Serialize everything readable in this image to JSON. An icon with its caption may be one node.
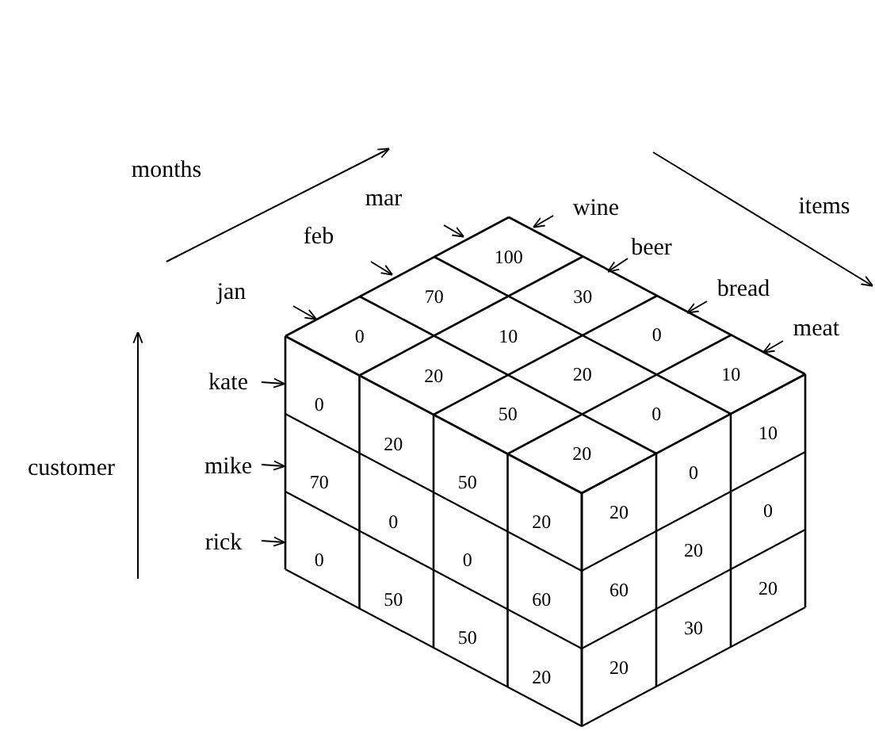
{
  "diagram": {
    "labels": [
      "months",
      "mar",
      "wine",
      "items",
      "feb",
      "beer",
      "bread",
      "jan",
      "meat",
      "kate",
      "customer",
      "mike",
      "rick",
      "0",
      "20",
      "50",
      "20",
      "70",
      "10",
      "20",
      "0",
      "100",
      "30",
      "0",
      "10",
      "0",
      "20",
      "50",
      "20",
      "70",
      "0",
      "0",
      "60",
      "0",
      "50",
      "50",
      "20",
      "20",
      "0",
      "10",
      "60",
      "20",
      "0",
      "20",
      "30",
      "20"
    ]
  }
}
